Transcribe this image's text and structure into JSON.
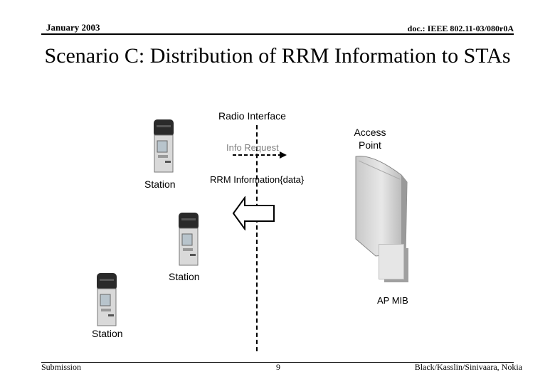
{
  "header": {
    "date": "January 2003",
    "doc_id": "doc.: IEEE 802.11-03/080r0A"
  },
  "title": "Scenario C: Distribution of RRM Information to STAs",
  "diagram": {
    "radio_interface": "Radio Interface",
    "access_point": "Access Point",
    "info_request": "Info Request",
    "rrm_information": "RRM Information{data}",
    "station_label": "Station",
    "ap_mib": "AP MIB"
  },
  "footer": {
    "left": "Submission",
    "page": "9",
    "authors": "Black/Kasslin/Sinivaara, Nokia"
  }
}
